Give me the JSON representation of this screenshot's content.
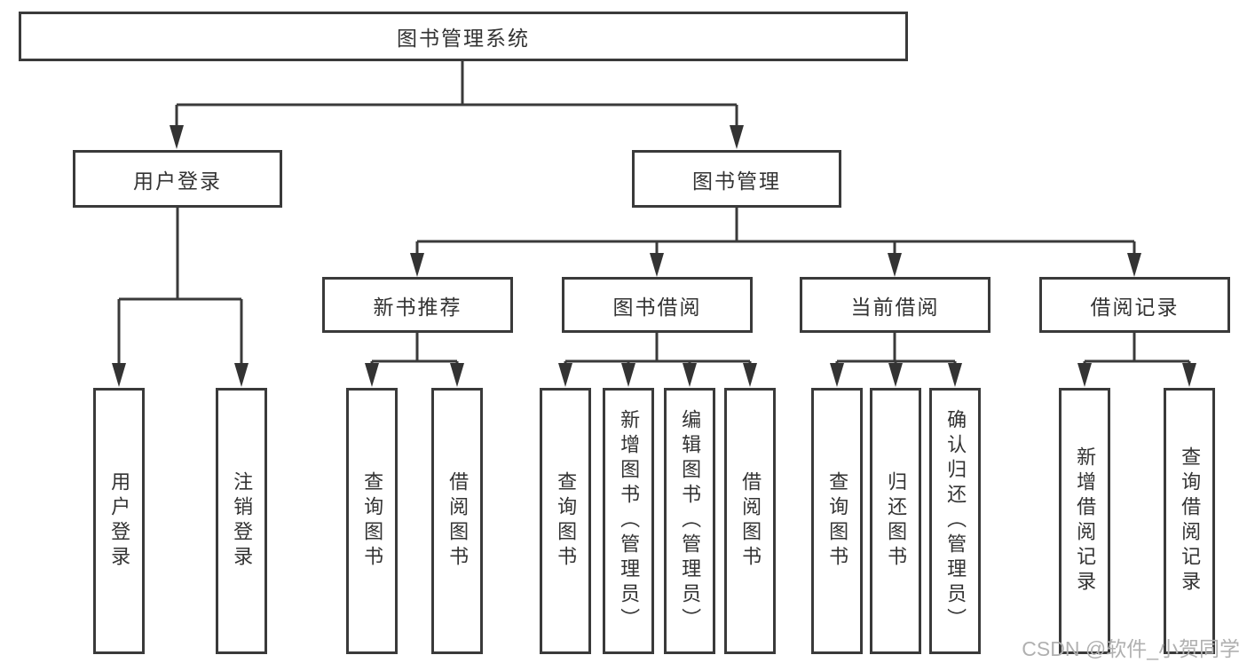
{
  "diagram": {
    "type": "hierarchy-tree",
    "colors": {
      "line": "#3a3a3a",
      "text": "#333333",
      "box_background": "#ffffff",
      "watermark": "#b0b0b0"
    },
    "nodes": {
      "root": {
        "label": "图书管理系统"
      },
      "level2": [
        {
          "label": "用户登录",
          "parent": "图书管理系统"
        },
        {
          "label": "图书管理",
          "parent": "图书管理系统"
        }
      ],
      "level3": [
        {
          "label": "新书推荐",
          "parent": "图书管理"
        },
        {
          "label": "图书借阅",
          "parent": "图书管理"
        },
        {
          "label": "当前借阅",
          "parent": "图书管理"
        },
        {
          "label": "借阅记录",
          "parent": "图书管理"
        }
      ],
      "leaves": [
        {
          "label": "用户登录",
          "parent": "用户登录"
        },
        {
          "label": "注销登录",
          "parent": "用户登录"
        },
        {
          "label": "查询图书",
          "parent": "新书推荐"
        },
        {
          "label": "借阅图书",
          "parent": "新书推荐"
        },
        {
          "label": "查询图书",
          "parent": "图书借阅"
        },
        {
          "label": "新增图书（管理员）",
          "parent": "图书借阅"
        },
        {
          "label": "编辑图书（管理员）",
          "parent": "图书借阅"
        },
        {
          "label": "借阅图书",
          "parent": "图书借阅"
        },
        {
          "label": "查询图书",
          "parent": "当前借阅"
        },
        {
          "label": "归还图书",
          "parent": "当前借阅"
        },
        {
          "label": "确认归还（管理员）",
          "parent": "当前借阅"
        },
        {
          "label": "新增借阅记录",
          "parent": "借阅记录"
        },
        {
          "label": "查询借阅记录",
          "parent": "借阅记录"
        }
      ]
    }
  },
  "watermark": {
    "text": "CSDN @软件_小贺同学"
  }
}
